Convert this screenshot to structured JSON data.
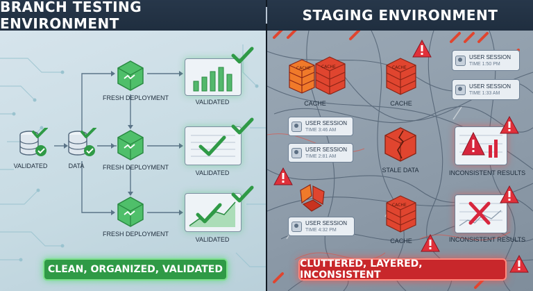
{
  "headers": {
    "left": "BRANCH TESTING ENVIRONMENT",
    "right": "STAGING ENVIRONMENT"
  },
  "branch": {
    "validated_db": "VALIDATED",
    "data_db": "DATA",
    "deploy1": "FRESH DEPLOYMENT",
    "deploy2": "FRESH DEPLOYMENT",
    "deploy3": "FRESH DEPLOYMENT",
    "result1": "VALIDATED",
    "result2": "VALIDATED",
    "result3": "VALIDATED",
    "banner": "CLEAN, ORGANIZED, VALIDATED"
  },
  "staging": {
    "cache1": "CACHE",
    "cache2": "CACHE",
    "cache3": "CACHE",
    "stale": "STALE DATA",
    "inconsistent1": "INCONSISTENT RESULTS",
    "inconsistent2": "INCONSISTENT RESULTS",
    "cache_box_text": "CACHE",
    "sessions": [
      {
        "title": "USER SESSION",
        "time": "TIME 1:50 PM"
      },
      {
        "title": "USER SESSION",
        "time": "TIME 1:33 AM"
      },
      {
        "title": "USER SESSION",
        "time": "TIME 3:46 AM"
      },
      {
        "title": "USER SESSION",
        "time": "TIME 2:81 AM"
      },
      {
        "title": "USER SESSION",
        "time": "TIME 4:32 PM"
      }
    ],
    "banner": "CLUTTERED, LAYERED, INCONSISTENT"
  },
  "colors": {
    "good": "#2f9a46",
    "bad": "#c8272b",
    "cache": "#e0452f",
    "warning": "#e0303a"
  }
}
